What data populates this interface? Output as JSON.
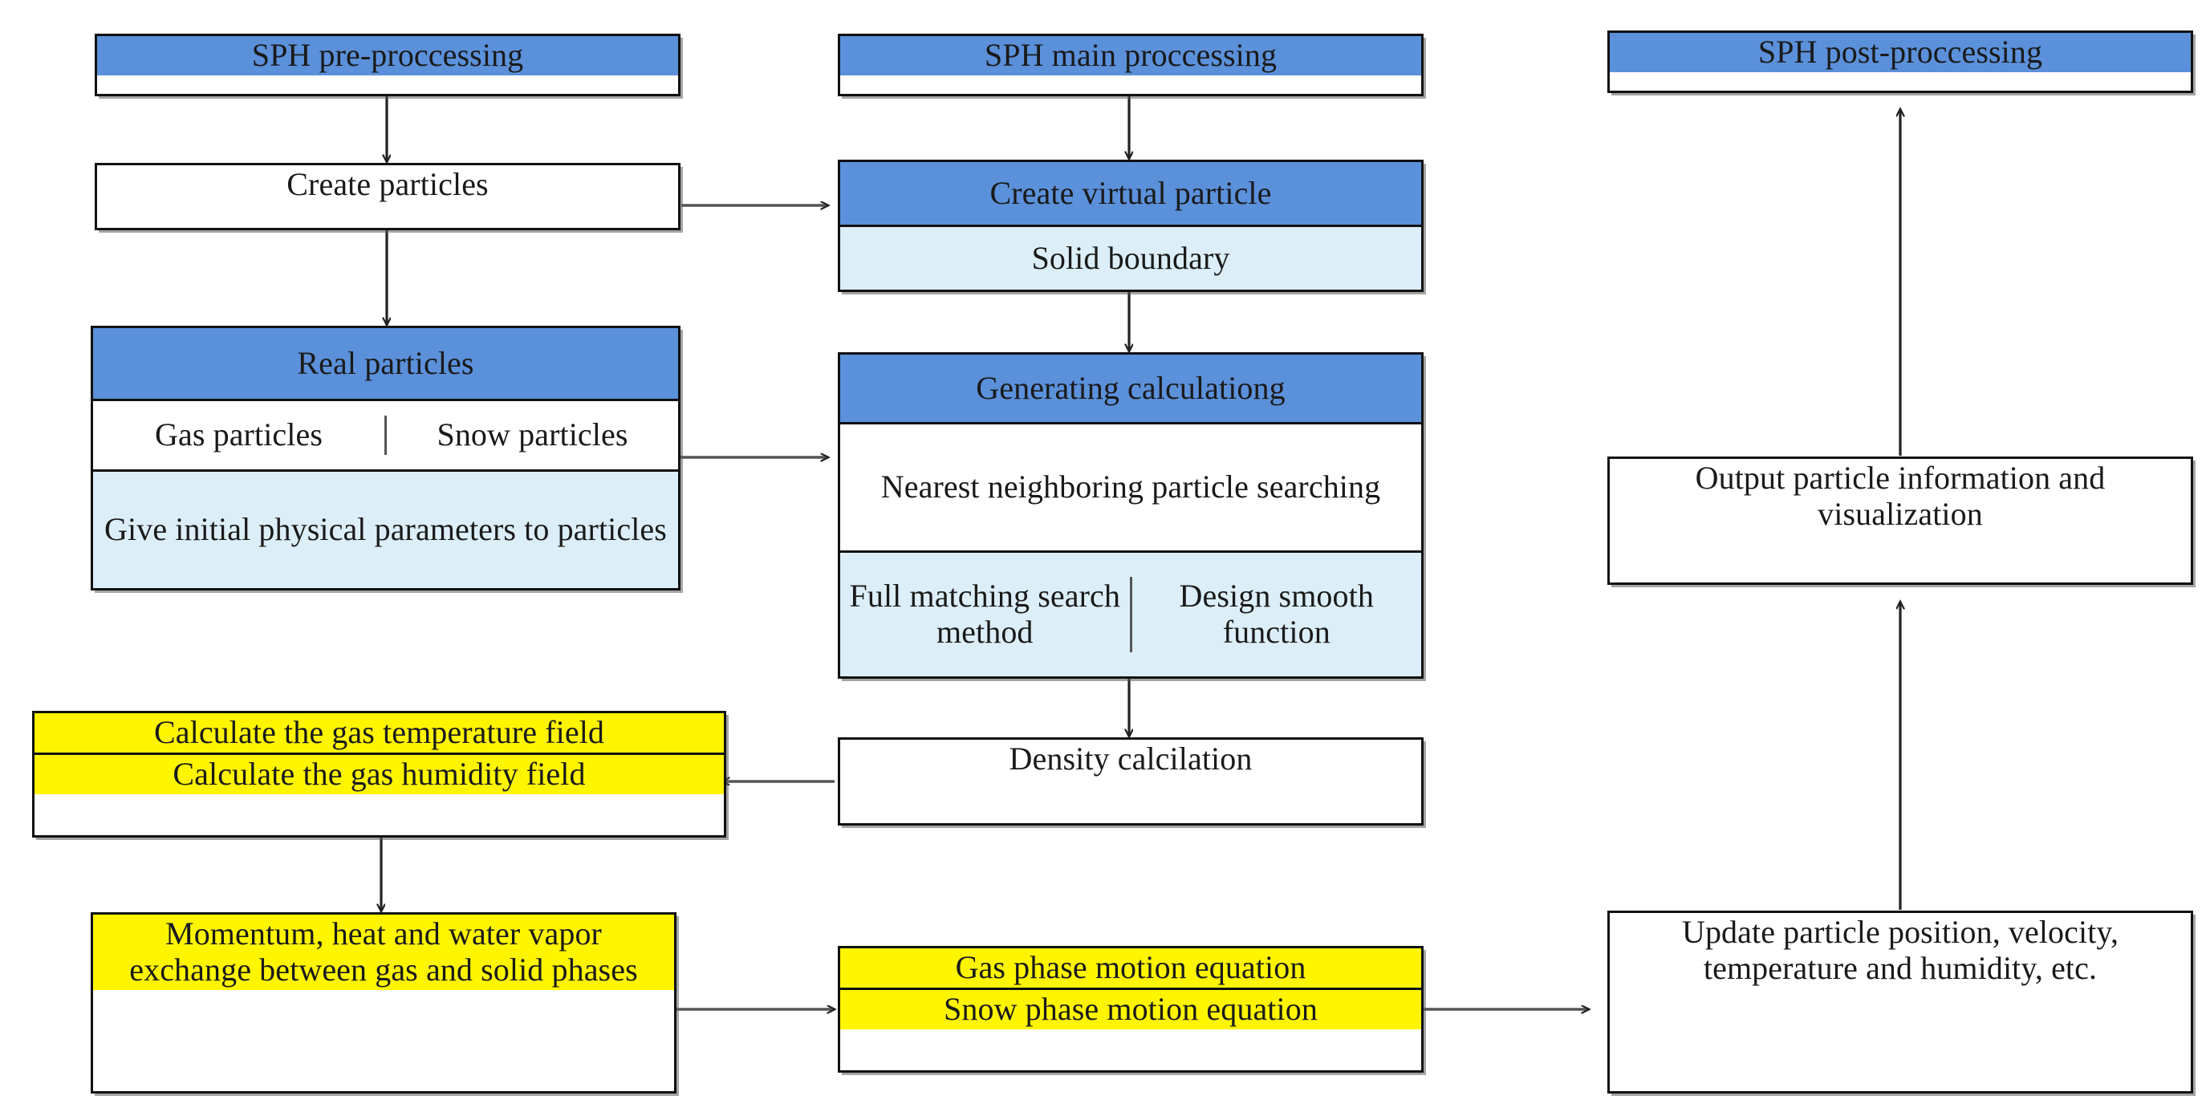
{
  "diagram": {
    "title": "SPH simulation workflow flowchart",
    "colors": {
      "header_blue": "#5B90DA",
      "sub_light_blue": "#DCEEF8",
      "highlight_yellow": "#FFF500",
      "plain_white": "#FFFFFF",
      "outline_black": "#111111"
    }
  },
  "columns": {
    "left": {
      "stage_label": "SPH pre-proccessing",
      "nodes": {
        "create_particles": "Create particles",
        "real_particles_header": "Real particles",
        "gas_particles": "Gas particles",
        "snow_particles": "Snow particles",
        "give_initial": "Give initial physical parameters to particles",
        "calc_temperature": "Calculate the gas temperature field",
        "calc_humidity": "Calculate the gas humidity field",
        "momentum_exchange": "Momentum, heat and water vapor exchange between gas and solid phases"
      }
    },
    "middle": {
      "stage_label": "SPH main proccessing",
      "nodes": {
        "create_virtual_header": "Create virtual particle",
        "solid_boundary": "Solid boundary",
        "generating_header": "Generating calculationg",
        "nearest_neighbor": "Nearest neighboring particle searching",
        "full_matching": "Full matching search method",
        "design_smooth": "Design smooth function",
        "density_calculation": "Density calcilation",
        "gas_phase_motion": "Gas phase motion equation",
        "snow_phase_motion": "Snow phase motion equation"
      }
    },
    "right": {
      "stage_label": "SPH post-proccessing",
      "nodes": {
        "output_visualization": "Output particle information and visualization",
        "update_particle": "Update particle position, velocity, temperature and humidity, etc."
      }
    }
  },
  "connectors": [
    {
      "name": "pre-to-create-particles",
      "from": "SPH pre-proccessing",
      "to": "Create particles",
      "direction": "down"
    },
    {
      "name": "create-particles-to-real-particles",
      "from": "Create particles",
      "to": "Real particles",
      "direction": "down"
    },
    {
      "name": "create-particles-to-create-virtual",
      "from": "Create particles",
      "to": "Create virtual particle",
      "direction": "right"
    },
    {
      "name": "main-to-create-virtual",
      "from": "SPH main proccessing",
      "to": "Create virtual particle",
      "direction": "down"
    },
    {
      "name": "solid-boundary-to-generating",
      "from": "Solid boundary",
      "to": "Generating calculationg",
      "direction": "down"
    },
    {
      "name": "real-particles-to-nearest-neighbor",
      "from": "Real particles group",
      "to": "Nearest neighboring particle searching",
      "direction": "right"
    },
    {
      "name": "search-to-density",
      "from": "Full matching search method",
      "to": "Density calcilation",
      "direction": "down"
    },
    {
      "name": "density-to-calc-fields",
      "from": "Density calcilation",
      "to": "Calculate the gas temperature field",
      "direction": "left"
    },
    {
      "name": "calc-fields-to-momentum",
      "from": "Calculate the gas humidity field",
      "to": "Momentum, heat and water vapor exchange between gas and solid phases",
      "direction": "down"
    },
    {
      "name": "momentum-to-motion-equations",
      "from": "Momentum exchange",
      "to": "Gas phase motion equation",
      "direction": "right"
    },
    {
      "name": "motion-to-update",
      "from": "Snow phase motion equation",
      "to": "Update particle position, velocity, temperature and humidity, etc.",
      "direction": "right"
    },
    {
      "name": "update-to-output",
      "from": "Update particle position",
      "to": "Output particle information and visualization",
      "direction": "up"
    },
    {
      "name": "output-to-post",
      "from": "Output particle information and visualization",
      "to": "SPH post-proccessing",
      "direction": "up"
    }
  ]
}
